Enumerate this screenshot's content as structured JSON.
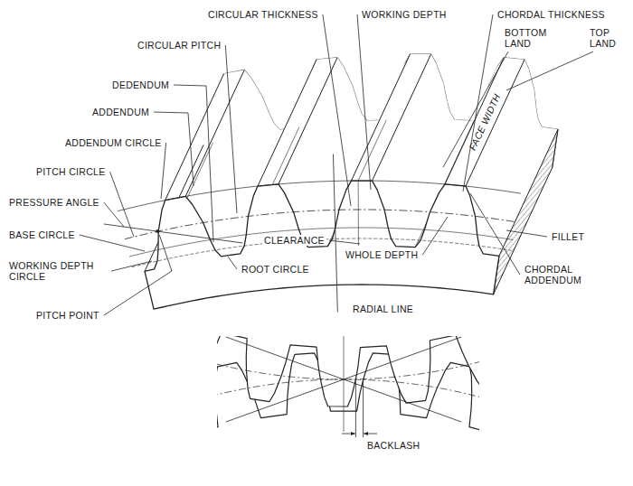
{
  "diagram": {
    "labels": [
      "CIRCULAR THICKNESS",
      "WORKING DEPTH",
      "CHORDAL THICKNESS",
      "BOTTOM LAND",
      "TOP LAND",
      "CIRCULAR PITCH",
      "DEDENDUM",
      "ADDENDUM",
      "FACE WIDTH",
      "ADDENDUM CIRCLE",
      "PITCH CIRCLE",
      "PRESSURE ANGLE",
      "BASE CIRCLE",
      "CLEARANCE",
      "WHOLE DEPTH",
      "FILLET",
      "WORKING DEPTH CIRCLE",
      "ROOT CIRCLE",
      "CHORDAL ADDENDUM",
      "RADIAL LINE",
      "PITCH POINT",
      "BACKLASH"
    ]
  }
}
